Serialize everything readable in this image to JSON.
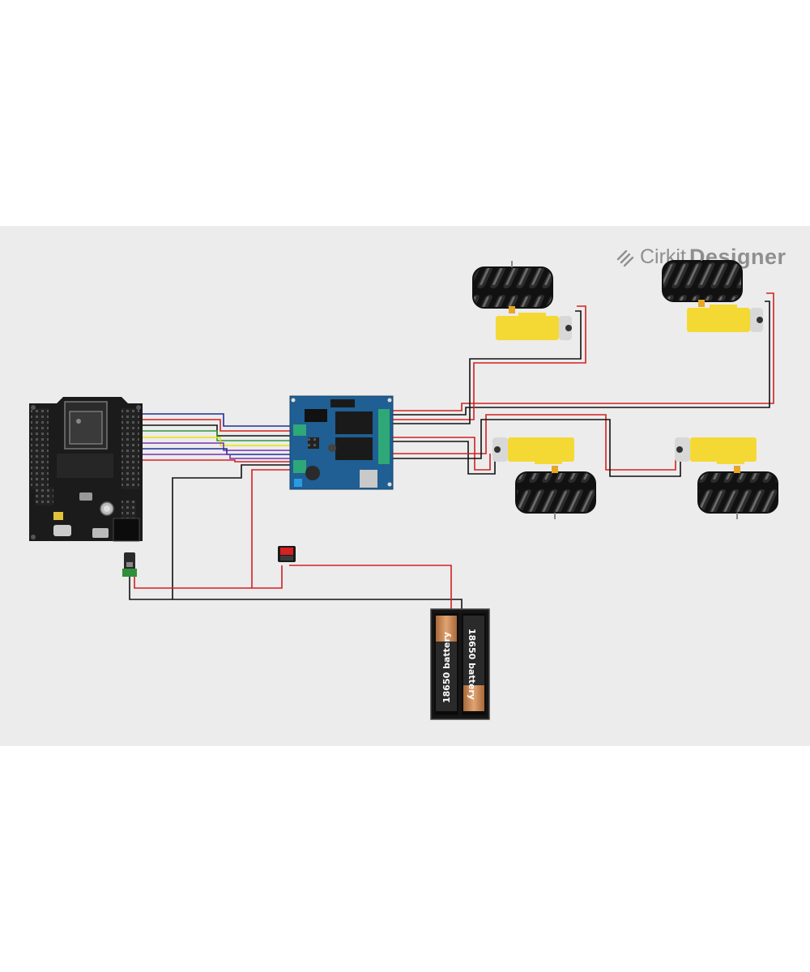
{
  "brand": {
    "prefix": "Cirkit",
    "suffix": "Designer",
    "icon": "cirkit-logo-icon",
    "color": "#8f8f8f"
  },
  "components": {
    "mcu": {
      "kind": "ESP32 development board",
      "icon": "microcontroller-icon"
    },
    "driver": {
      "kind": "dual motor driver board",
      "icon": "motor-driver-icon"
    },
    "power_jack": {
      "kind": "DC barrel jack",
      "icon": "dc-jack-icon"
    },
    "switch": {
      "kind": "rocker switch",
      "icon": "rocker-switch-icon"
    },
    "battery": {
      "kind": "2x 18650 battery holder",
      "icon": "battery-icon",
      "cell_labels": [
        "18650 battery",
        "18650 battery"
      ]
    },
    "motors": [
      {
        "id": "motor-top-left",
        "icon": "gear-motor-icon"
      },
      {
        "id": "motor-top-right",
        "icon": "gear-motor-icon"
      },
      {
        "id": "motor-bottom-left",
        "icon": "gear-motor-icon"
      },
      {
        "id": "motor-bottom-right",
        "icon": "gear-motor-icon"
      }
    ],
    "wheels": [
      {
        "id": "wheel-top-left",
        "icon": "mecanum-wheel-icon"
      },
      {
        "id": "wheel-top-right",
        "icon": "mecanum-wheel-icon"
      },
      {
        "id": "wheel-bottom-left",
        "icon": "mecanum-wheel-icon"
      },
      {
        "id": "wheel-bottom-right",
        "icon": "mecanum-wheel-icon"
      }
    ]
  },
  "colors": {
    "background": "#ececec",
    "pcb_black": "#1b1b1b",
    "pcb_blue": "#1f5f93",
    "motor_yellow": "#f4d935",
    "wire_red": "#d42020",
    "wire_black": "#111111",
    "wire_blue": "#1d2f9a",
    "wire_yellow": "#e8e400",
    "wire_green": "#2f9a3a",
    "wire_purple": "#7a2fb5",
    "battery_copper": "#c98a52"
  }
}
